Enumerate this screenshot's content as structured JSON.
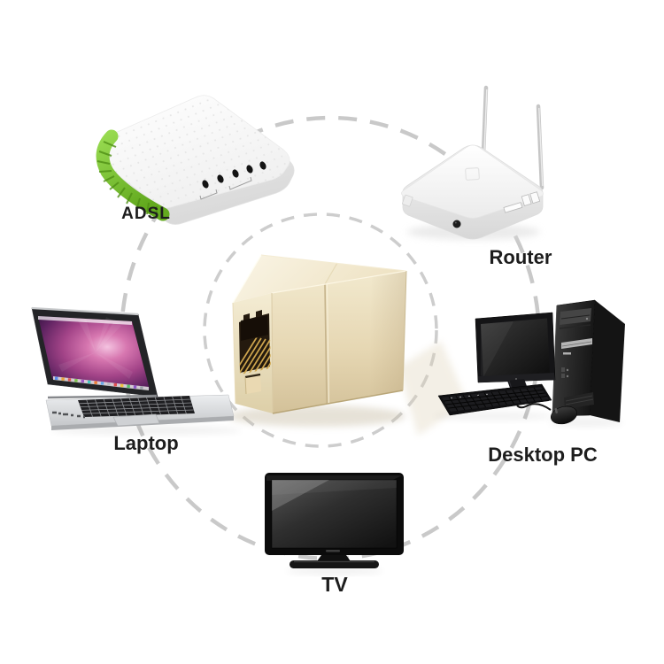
{
  "figure": {
    "kind": "product-connectivity-diagram",
    "background": "#ffffff"
  },
  "center_product": {
    "icon": "rj45-coupler-icon"
  },
  "rings": {
    "outer_ring_icon": "dashed-ellipse",
    "inner_ring_icon": "dashed-circle",
    "dash_color": "#c9c9c9"
  },
  "devices": [
    {
      "id": "adsl-modem",
      "label": "ADSL",
      "icon": "adsl-modem-icon"
    },
    {
      "id": "router",
      "label": "Router",
      "icon": "wireless-router-icon"
    },
    {
      "id": "laptop",
      "label": "Laptop",
      "icon": "laptop-icon"
    },
    {
      "id": "desktop-pc",
      "label": "Desktop PC",
      "icon": "desktop-pc-icon"
    },
    {
      "id": "tv",
      "label": "TV",
      "icon": "tv-icon"
    }
  ],
  "colors": {
    "label_text": "#1d1d1d",
    "dash_ring": "#c9c9c9",
    "coupler_body": "#ece0c2",
    "coupler_socket_dark": "#241a0e",
    "pin_gold": "#cfa64e",
    "modem_green": "#7cc62e",
    "laptop_wallpaper_magenta": "#c2549b",
    "device_black": "#111111"
  }
}
